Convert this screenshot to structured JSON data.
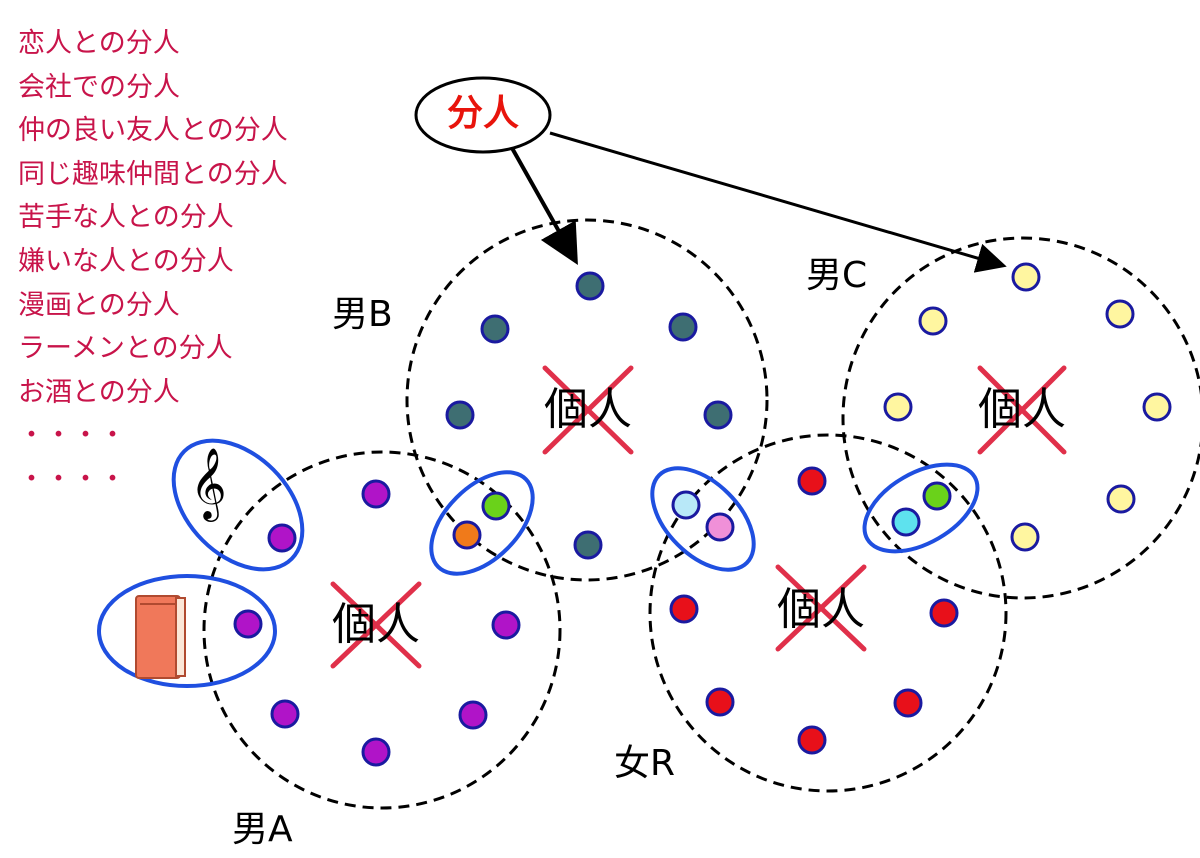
{
  "bunjin_list": [
    "恋人との分人",
    "会社での分人",
    "仲の良い友人との分人",
    "同じ趣味仲間との分人",
    "苦手な人との分人",
    "嫌いな人との分人",
    "漫画との分人",
    "ラーメンとの分人",
    "お酒との分人",
    "・・・・",
    "・・・・"
  ],
  "bunjin_label": "分人",
  "kojin_label": "個人",
  "persons": {
    "man_a": "男A",
    "man_b": "男B",
    "man_c": "男C",
    "woman_r": "女R"
  },
  "icons": {
    "music": "treble-clef-icon",
    "book": "book-icon"
  },
  "clef_glyph": "𝄞",
  "colors": {
    "list_text": "#c8144a",
    "bunjin_text": "#e8140c",
    "cross": "#e0304a",
    "group_ring": "#1f4fe0",
    "dot_outline": "#1a1aa0",
    "man_a_dot": "#b014c8",
    "man_b_dot": "#3e6e72",
    "man_c_dot": "#fff6a0",
    "woman_r_dot": "#e8101a",
    "shared_orange": "#f07a1a",
    "shared_green": "#6ad21a",
    "shared_cyan": "#5ee2ee",
    "shared_lightblue": "#b8e8f8",
    "shared_pink": "#f090d8",
    "book": "#f0785a"
  }
}
